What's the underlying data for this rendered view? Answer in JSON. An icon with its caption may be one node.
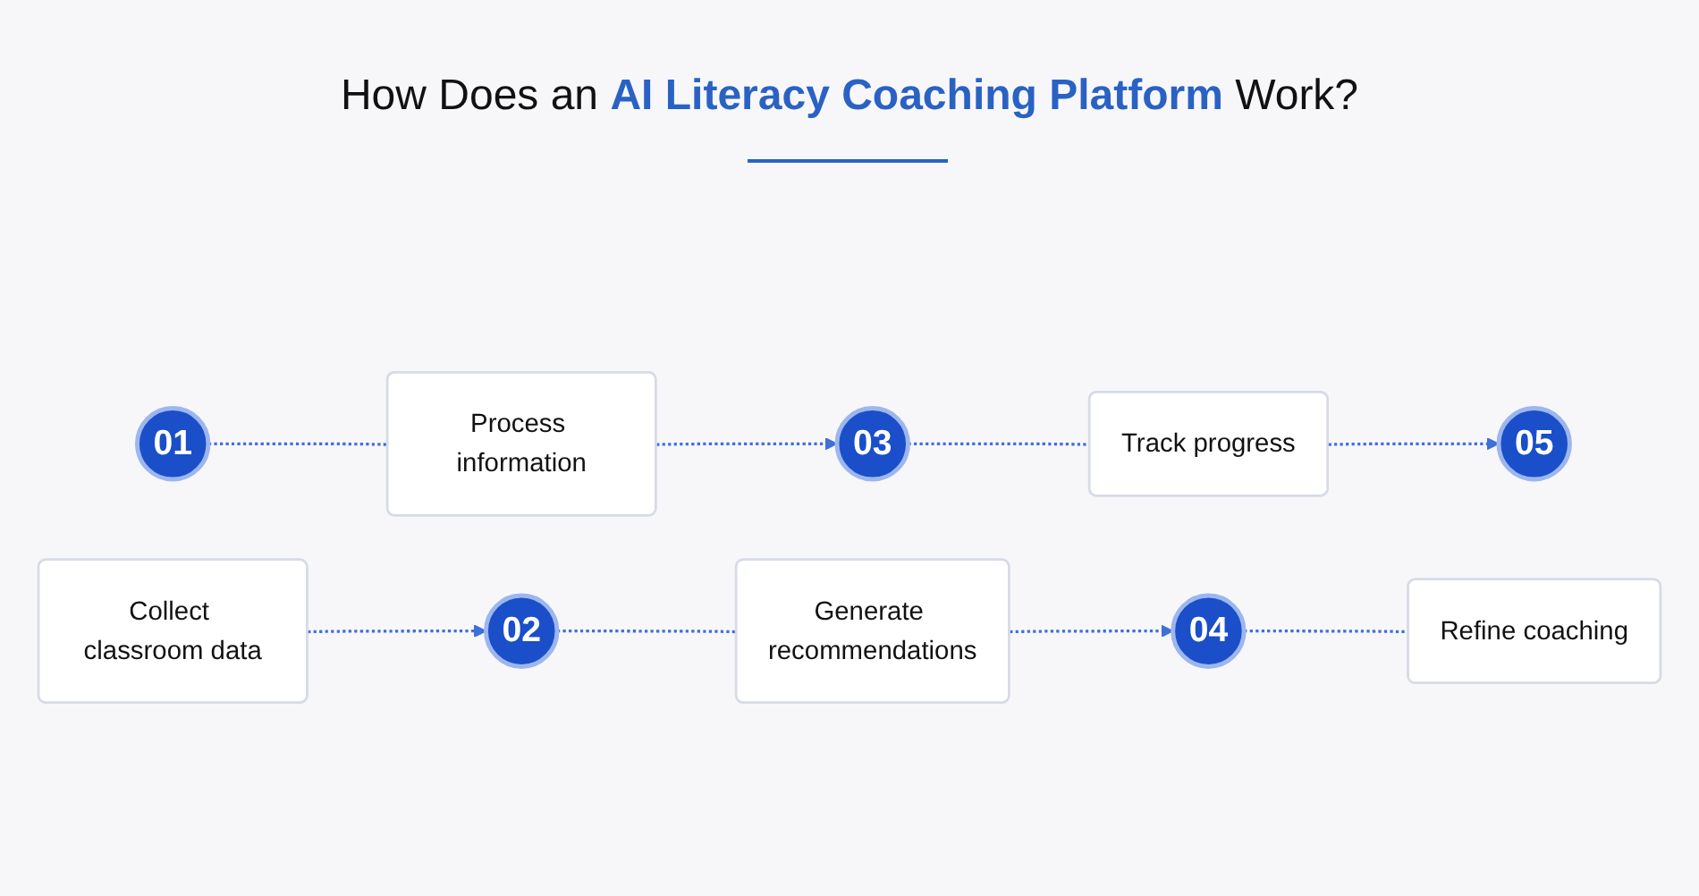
{
  "diagram": {
    "title": "How Does an **AI Literacy Coaching Platform** Work?",
    "nodes": [
      {
        "text": [
          "01"
        ]
      },
      {
        "text": [
          "Collect classroom data"
        ]
      },
      {
        "text": [
          "Process information"
        ]
      },
      {
        "text": [
          "02"
        ]
      },
      {
        "text": [
          "03"
        ]
      },
      {
        "text": [
          "Generate recommendations"
        ]
      },
      {
        "text": [
          "Track progress"
        ]
      },
      {
        "text": [
          "04"
        ]
      },
      {
        "text": [
          "05"
        ]
      },
      {
        "text": [
          "Refine coaching"
        ]
      }
    ],
    "edges": [
      {
        "from": 0,
        "to": 2,
        "arrow": "none",
        "style": "dashed"
      },
      {
        "from": 1,
        "to": 3,
        "arrow": "to",
        "style": "dashed"
      },
      {
        "from": 2,
        "to": 4,
        "arrow": "to",
        "style": "dashed"
      },
      {
        "from": 3,
        "to": 5,
        "arrow": "none",
        "style": "dashed"
      },
      {
        "from": 4,
        "to": 6,
        "arrow": "none",
        "style": "dashed"
      },
      {
        "from": 5,
        "to": 7,
        "arrow": "to",
        "style": "dashed"
      },
      {
        "from": 6,
        "to": 8,
        "arrow": "to",
        "style": "dashed"
      },
      {
        "from": 7,
        "to": 9,
        "arrow": "none",
        "style": "dashed"
      }
    ]
  }
}
